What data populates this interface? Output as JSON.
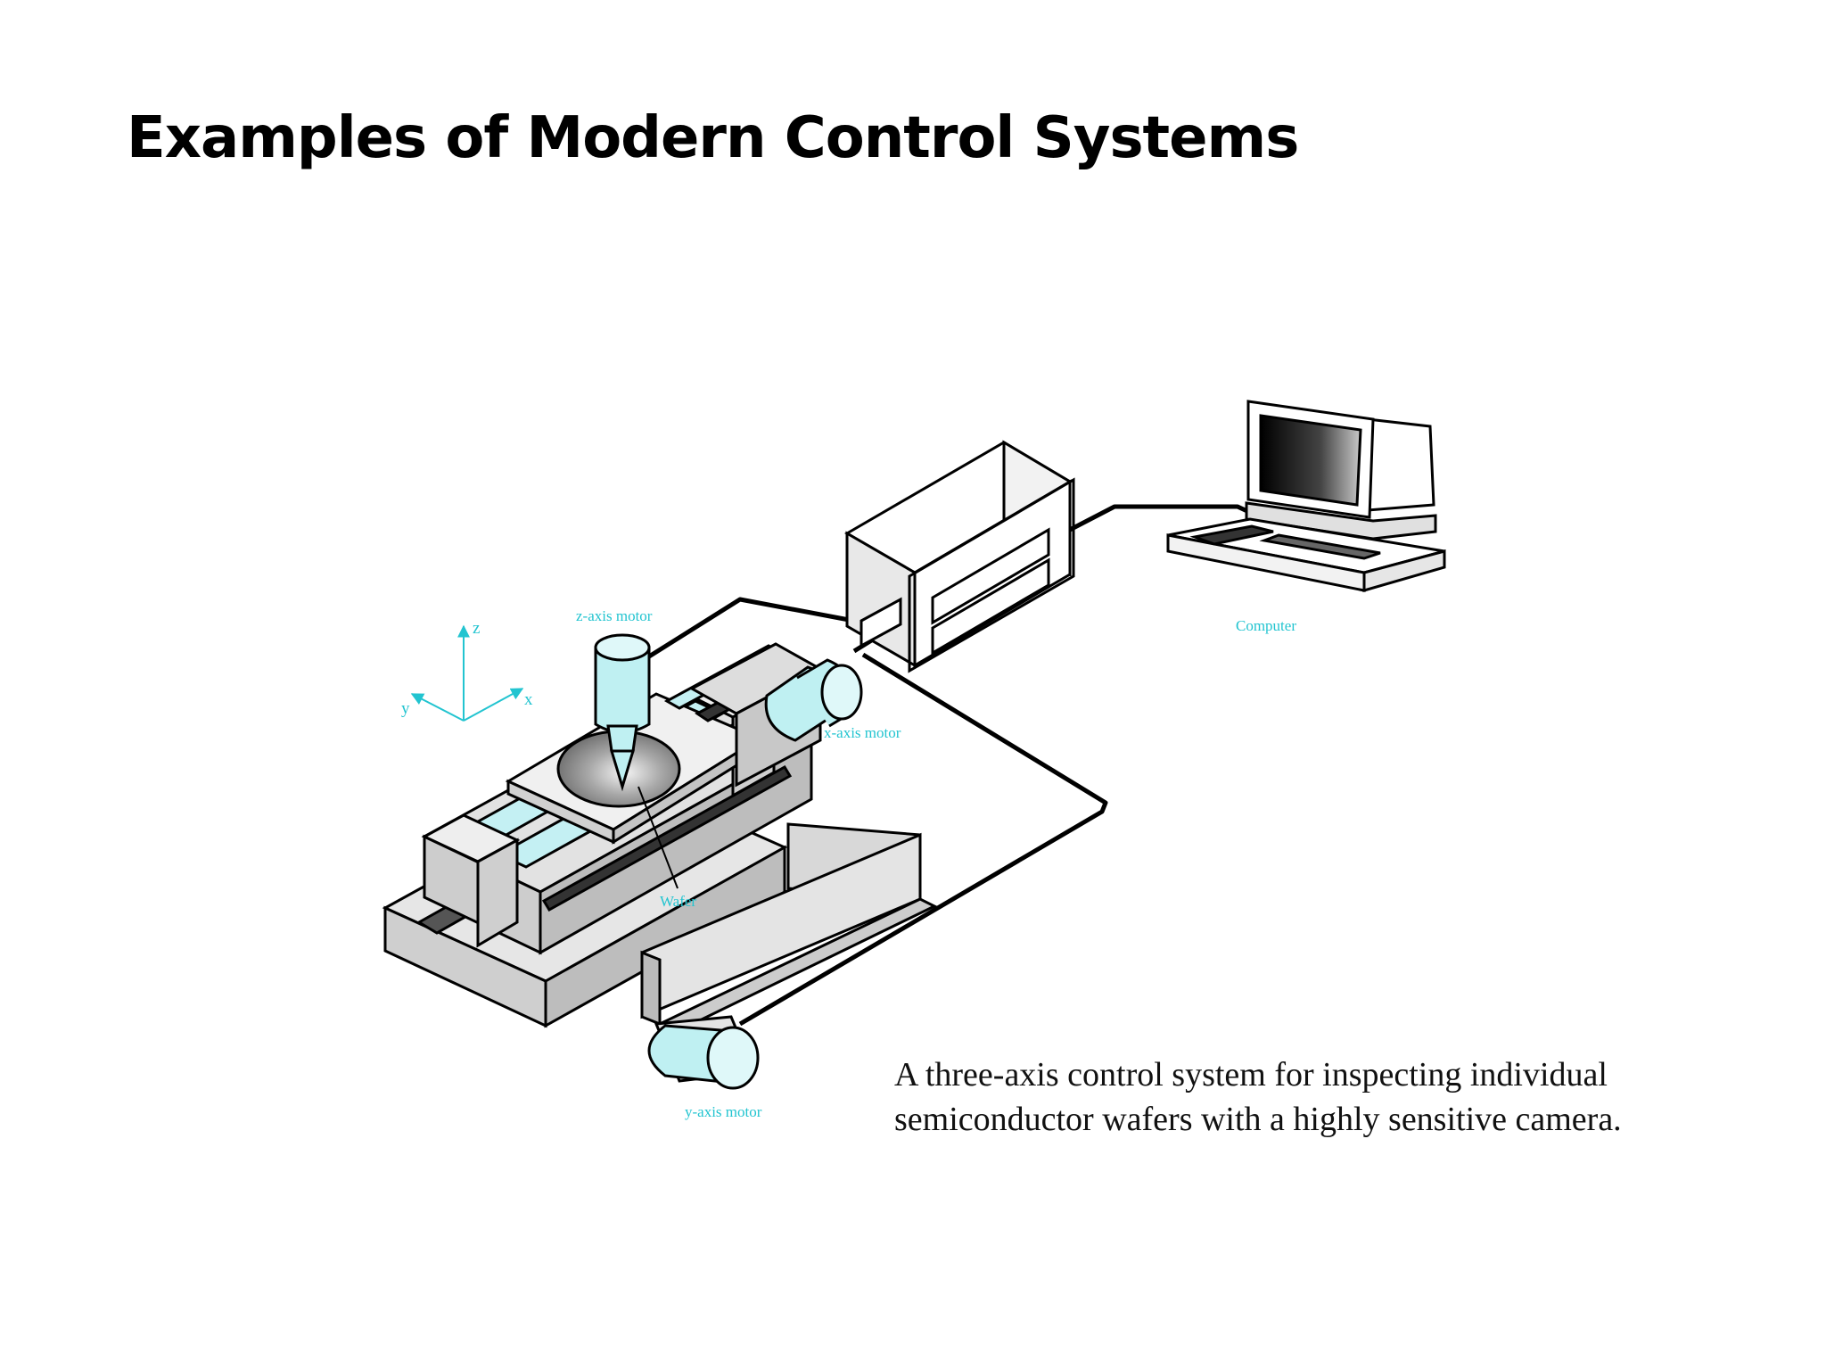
{
  "slide": {
    "title": "Examples of Modern Control Systems"
  },
  "diagram": {
    "labels": {
      "z_axis_motor": "z-axis motor",
      "x_axis_motor": "x-axis motor",
      "y_axis_motor": "y-axis motor",
      "wafer": "Wafer",
      "computer": "Computer",
      "axis_z": "z",
      "axis_y": "y",
      "axis_x": "x"
    },
    "colors": {
      "accent_cyan": "#22c4d0",
      "motor_fill": "#bff0f2",
      "metal_fill": "#d6d6d6",
      "cable": "#000000"
    }
  },
  "caption": {
    "line1": "A three-axis control system for inspecting individual",
    "line2": "semiconductor wafers with a highly sensitive camera."
  }
}
